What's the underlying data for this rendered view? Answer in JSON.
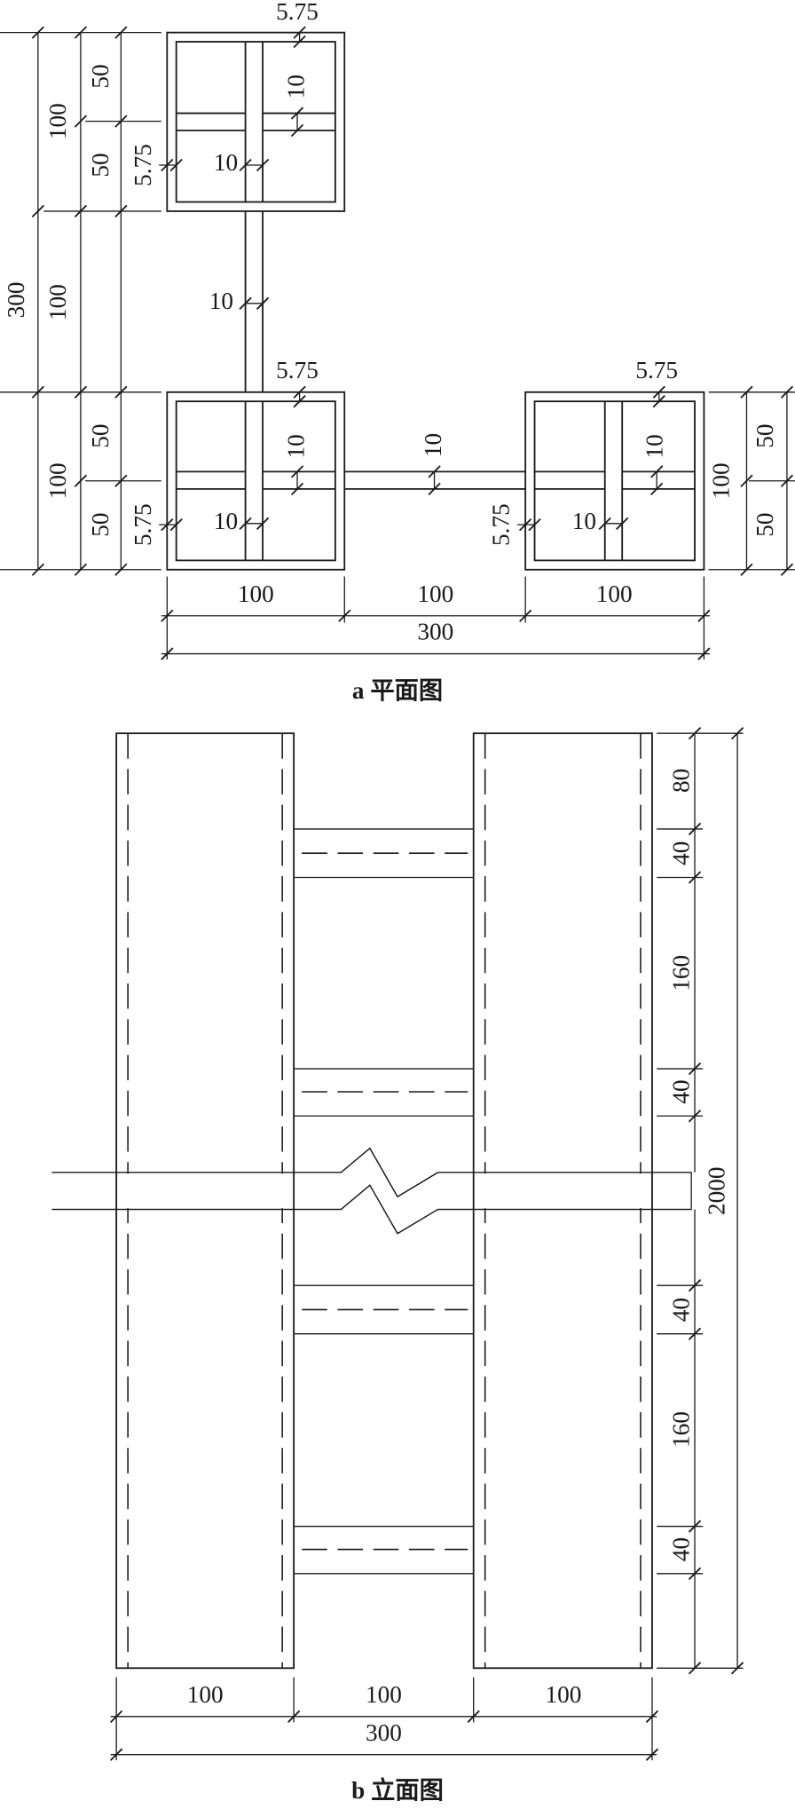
{
  "plan": {
    "caption": "a 平面图",
    "left_dims": {
      "total": "300",
      "mid": [
        "100",
        "100",
        "100"
      ],
      "inner": [
        "50",
        "50",
        "50",
        "50"
      ]
    },
    "right_dims": {
      "mid": "100",
      "inner": [
        "50",
        "50"
      ]
    },
    "bottom_dims": {
      "segments": [
        "100",
        "100",
        "100"
      ],
      "total": "300"
    },
    "top_square": {
      "wall": "5.75",
      "wall_side": "5.75",
      "cross_v": "10",
      "cross_h": "10"
    },
    "connector_v": "10",
    "left_square": {
      "wall": "5.75",
      "wall_side": "5.75",
      "cross_v": "10",
      "cross_h": "10"
    },
    "connector_h": "10",
    "right_square": {
      "wall": "5.75",
      "wall_side": "5.75",
      "cross_v": "10",
      "cross_h": "10"
    }
  },
  "elevation": {
    "caption": "b 立面图",
    "right_dims": {
      "segments": [
        "80",
        "40",
        "160",
        "40",
        "40",
        "160",
        "40"
      ],
      "total": "2000"
    },
    "bottom_dims": {
      "segments": [
        "100",
        "100",
        "100"
      ],
      "total": "300"
    }
  }
}
